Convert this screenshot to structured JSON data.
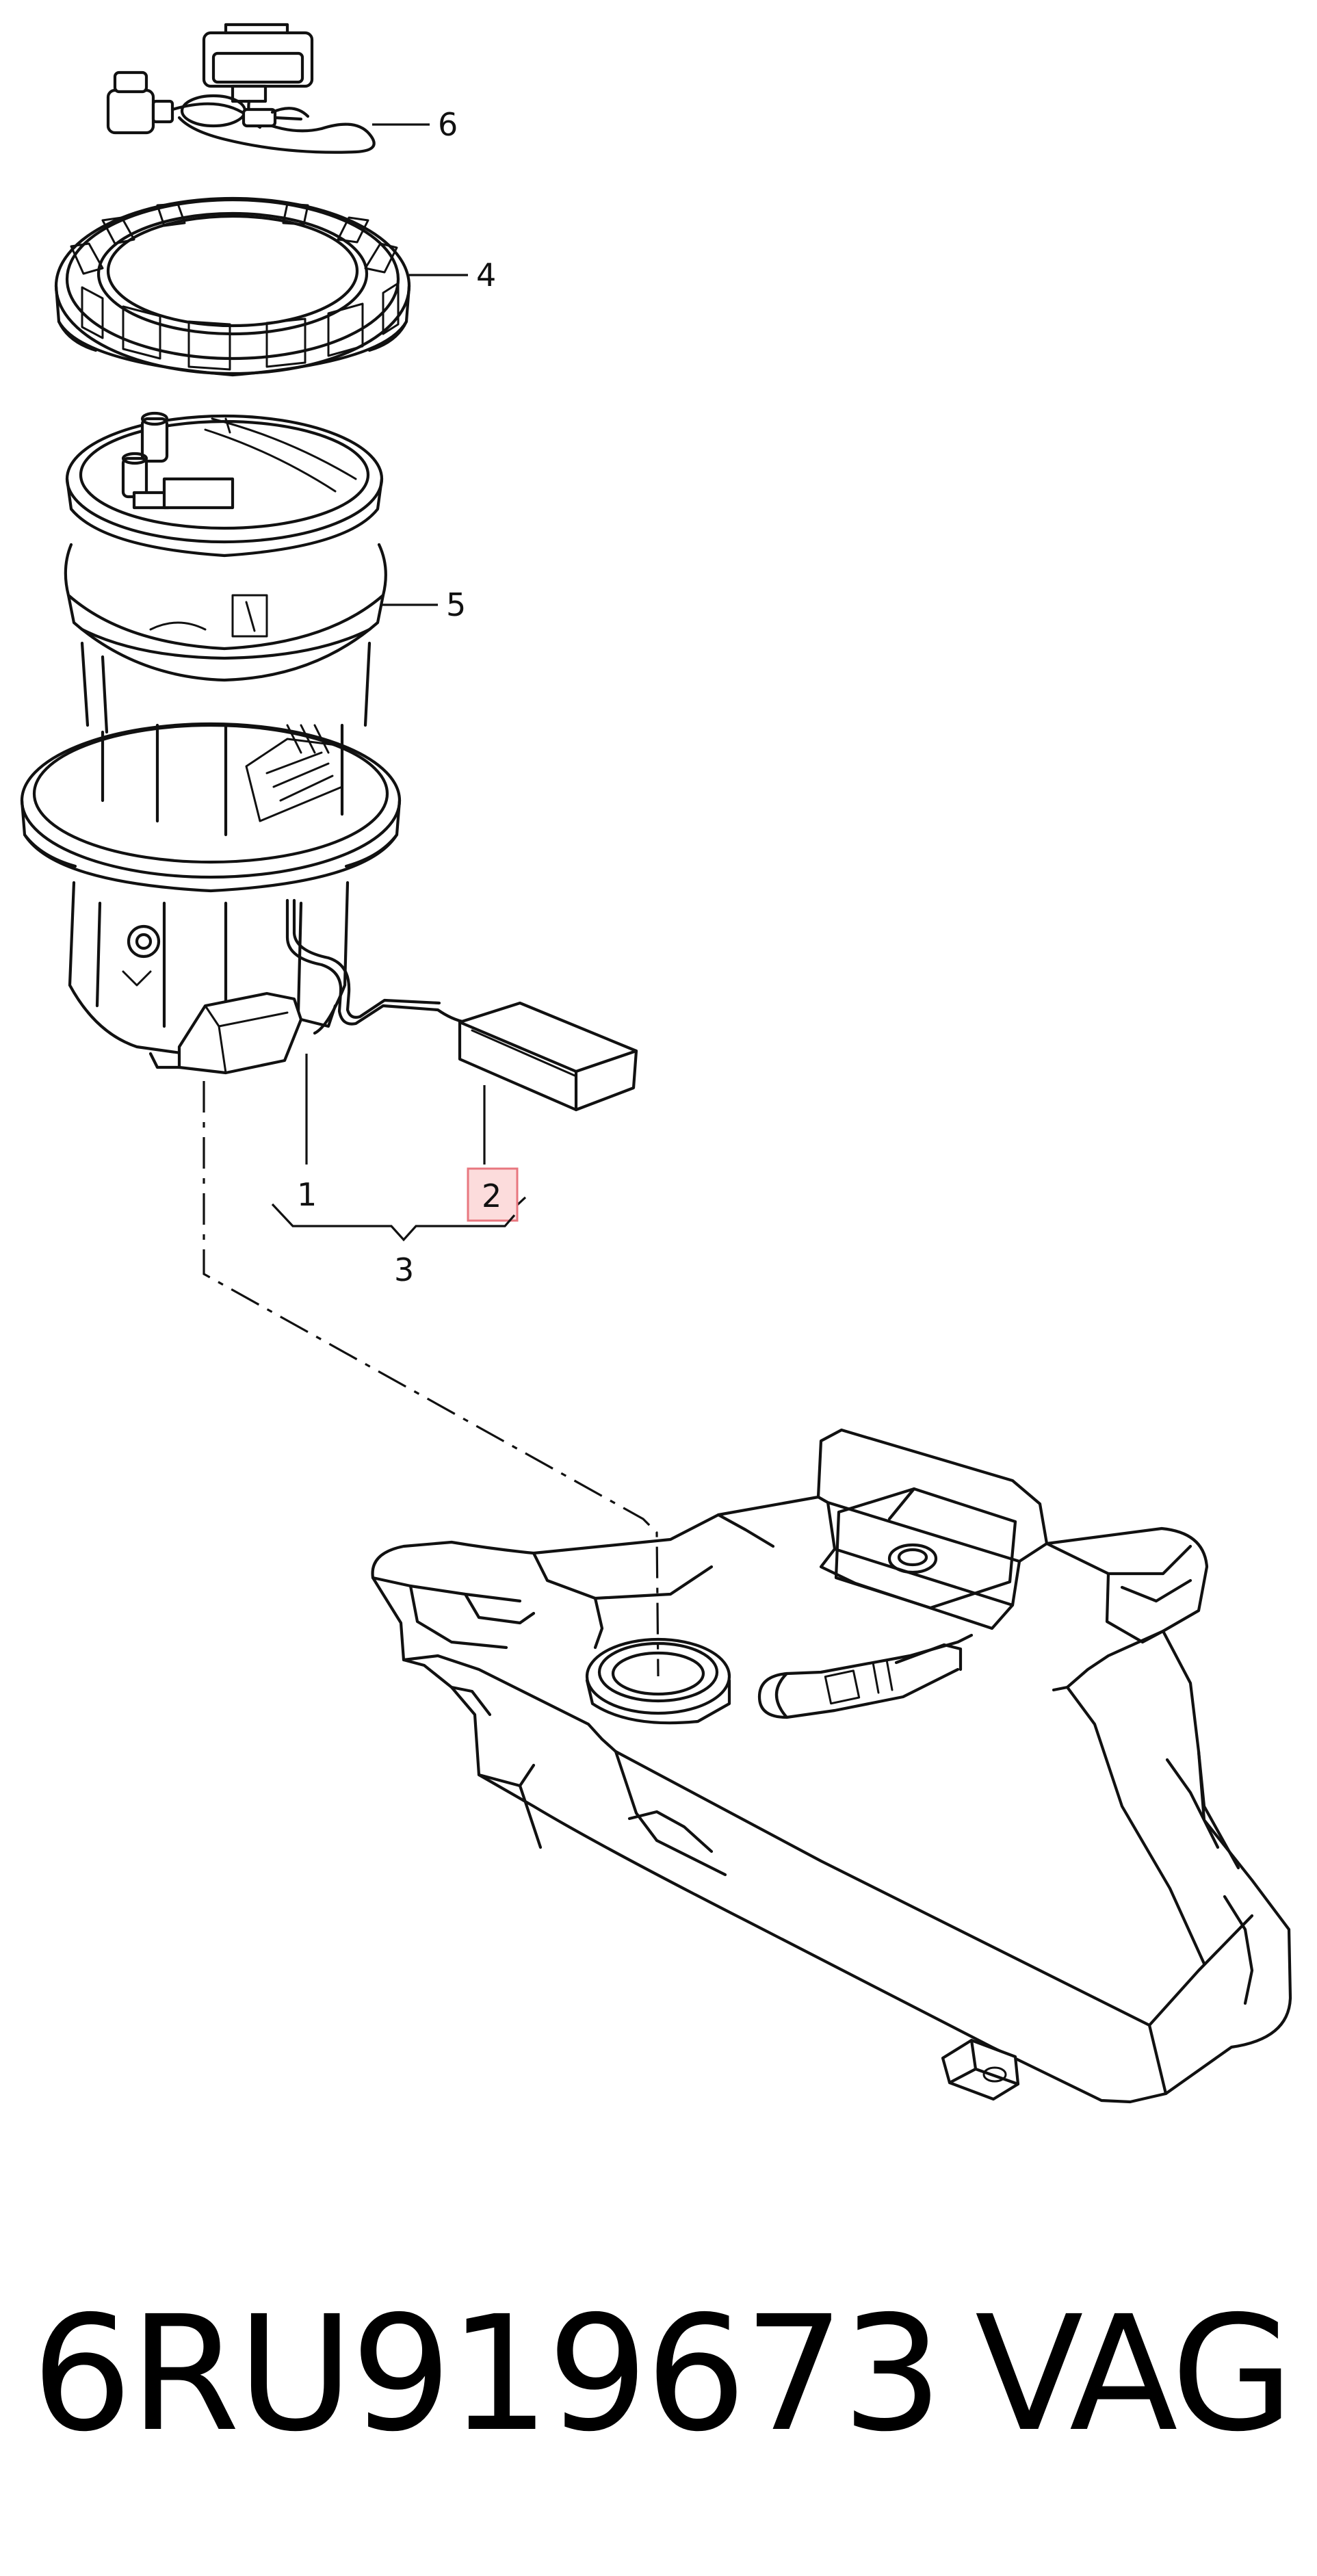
{
  "callouts": {
    "c1": "1",
    "c2": "2",
    "c3": "3",
    "c4": "4",
    "c5": "5",
    "c6": "6"
  },
  "footer": {
    "part_number": "6RU919673",
    "brand": "VAG"
  },
  "colors": {
    "line": "#111111",
    "highlight_fill": "#fcdcdc",
    "highlight_stroke": "#e8777f"
  }
}
